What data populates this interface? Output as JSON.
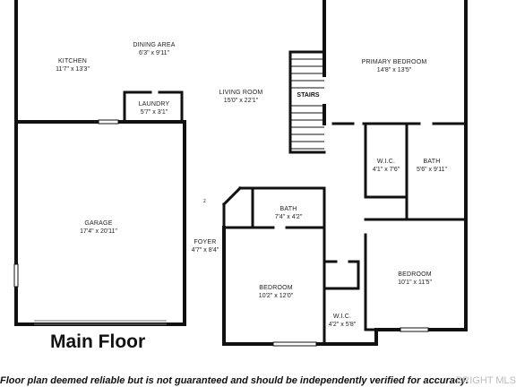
{
  "rooms": {
    "kitchen": {
      "name": "KITCHEN",
      "dims": "11'7\" x 13'3\""
    },
    "dining": {
      "name": "DINING AREA",
      "dims": "6'3\" x 9'11\""
    },
    "laundry": {
      "name": "LAUNDRY",
      "dims": "5'7\" x 3'1\""
    },
    "living": {
      "name": "LIVING ROOM",
      "dims": "15'0\" x 22'1\""
    },
    "stairs": {
      "name": "STAIRS"
    },
    "primary_bedroom": {
      "name": "PRIMARY BEDROOM",
      "dims": "14'8\" x 13'5\""
    },
    "wic1": {
      "name": "W.I.C.",
      "dims": "4'1\" x 7'6\""
    },
    "bath1": {
      "name": "BATH",
      "dims": "5'6\" x 9'11\""
    },
    "garage": {
      "name": "GARAGE",
      "dims": "17'4\" x 20'11\""
    },
    "bath2": {
      "name": "BATH",
      "dims": "7'4\" x 4'2\""
    },
    "foyer": {
      "name": "FOYER",
      "dims": "4'7\" x 8'4\""
    },
    "bedroom1": {
      "name": "BEDROOM",
      "dims": "10'2\" x 12'0\""
    },
    "bedroom2": {
      "name": "BEDROOM",
      "dims": "10'1\" x 11'5\""
    },
    "wic2": {
      "name": "W.I.C.",
      "dims": "4'2\" x 5'8\""
    }
  },
  "floor_title": "Main Floor",
  "disclaimer": "Floor plan deemed reliable but is not guaranteed and should be independently verified for accuracy.",
  "watermark": "BRIGHT MLS",
  "marks": {
    "z": "z"
  }
}
